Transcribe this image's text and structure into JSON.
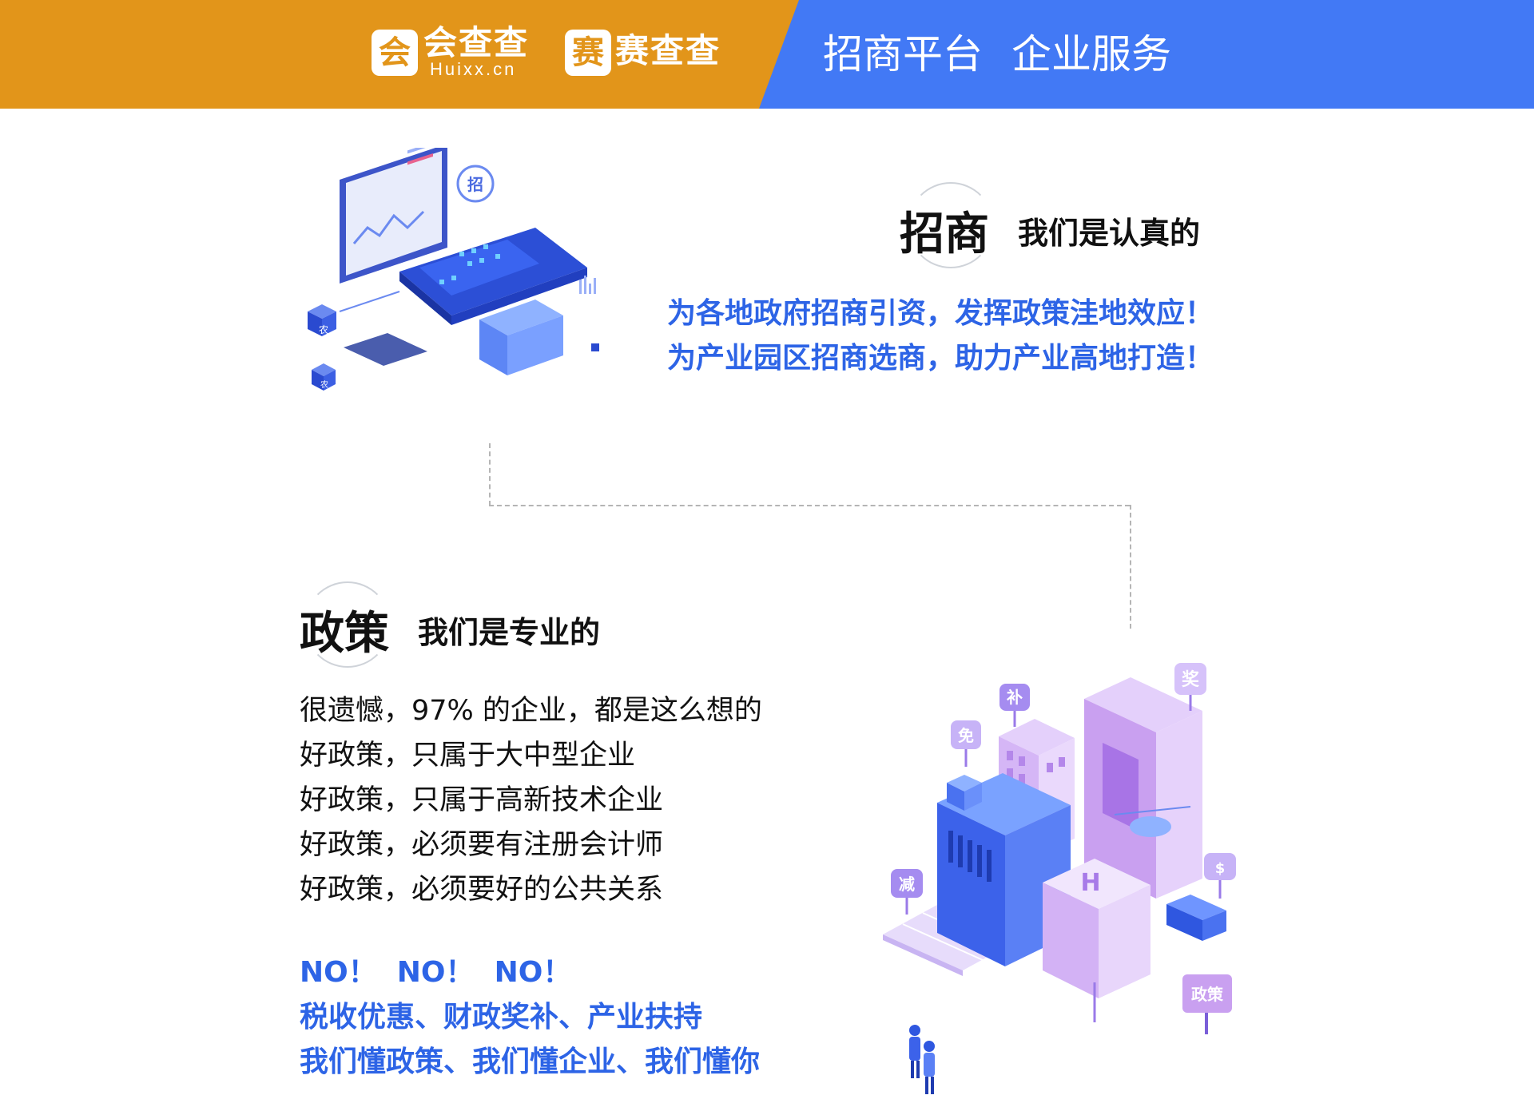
{
  "header": {
    "logo1": {
      "badge": "会",
      "name": "会查查",
      "domain": "Huixx.cn"
    },
    "logo2": {
      "badge": "赛",
      "name": "赛查查"
    },
    "title_parts": [
      "招商平台",
      "企业服务"
    ]
  },
  "zhaoshang": {
    "title": "招商",
    "subtitle": "我们是认真的",
    "lines": [
      "为各地政府招商引资，发挥政策洼地效应！",
      "为产业园区招商选商，助力产业高地打造！"
    ],
    "illustration_labels": [
      "招",
      "农",
      "农"
    ]
  },
  "zhengce": {
    "title": "政策",
    "subtitle": "我们是专业的",
    "lines": [
      "很遗憾，97% 的企业，都是这么想的",
      "好政策，只属于大中型企业",
      "好政策，只属于高新技术企业",
      "好政策，必须要有注册会计师",
      "好政策，必须要好的公共关系"
    ],
    "blue_lines": [
      "NO！  NO！  NO！",
      "税收优惠、财政奖补、产业扶持",
      "我们懂政策、我们懂企业、我们懂你"
    ],
    "illustration_labels": {
      "jiang": "奖",
      "bu": "补",
      "mian": "免",
      "jian": "减",
      "dollar": "$",
      "zhengce": "政策",
      "h": "H"
    }
  },
  "colors": {
    "orange": "#E2951A",
    "blue": "#4279F5",
    "text_blue": "#2D64E6",
    "purple": "#C9A0F0"
  }
}
